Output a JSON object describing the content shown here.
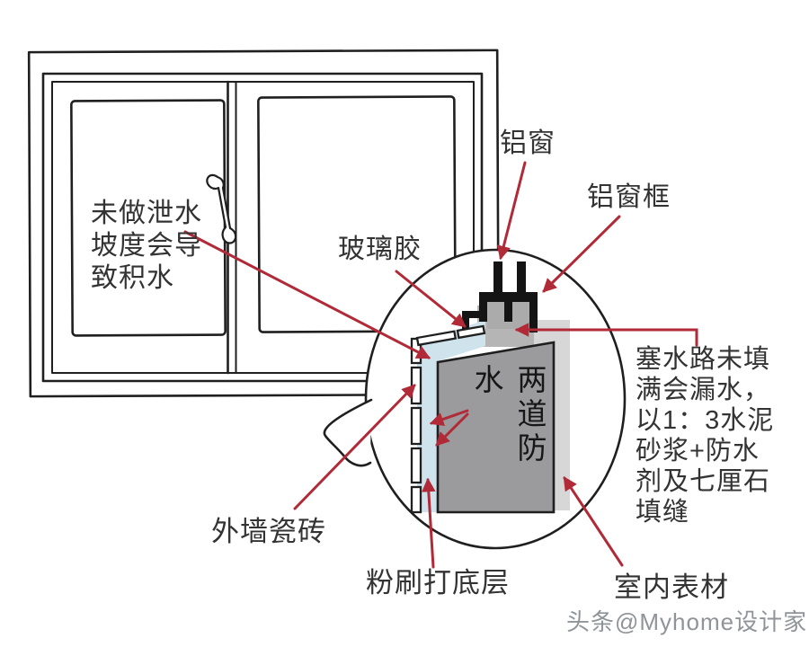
{
  "diagram_type": "window-installation-waterproofing-detail",
  "labels": {
    "aluminum_window": "铝窗",
    "aluminum_window_frame": "铝窗框",
    "glass_sealant": "玻璃胶",
    "drainage_note": "未做泄水\n坡度会导\n致积水",
    "two_waterproofing": "两道防水",
    "caulking_note": "塞水路未填\n满会漏水，\n以1：3水泥\n砂浆+防水\n剂及七厘石\n填缝",
    "exterior_tiles": "外墙瓷砖",
    "plaster_base": "粉刷打底层",
    "interior_surface": "室内表材"
  },
  "watermark": "头条@Myhome设计家",
  "colors": {
    "arrow_red": "#b12a38",
    "outline_black": "#1f1f1f",
    "wall_slab_gray": "#9b9b9d",
    "concrete_upstand_gray": "#b5b5b5",
    "interior_board_gray": "#d7d7d7",
    "sealant_blue": "#cfe3ed",
    "frame_fill_gray": "#ababab",
    "watermark_gray": "#8f9499",
    "background": "#ffffff"
  }
}
